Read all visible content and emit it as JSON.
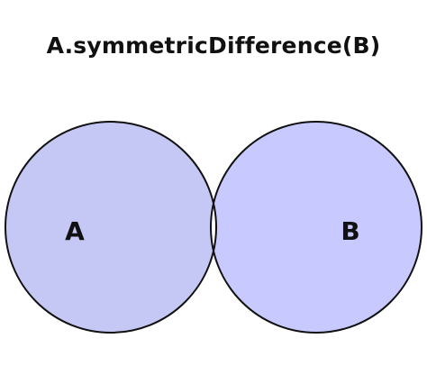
{
  "title": "A.symmetricDifference(B)",
  "sets": {
    "a": {
      "label": "A"
    },
    "b": {
      "label": "B"
    }
  },
  "colors": {
    "set_a_fill": "#c5c7f5",
    "set_b_fill": "#c8caff",
    "intersection_fill": "#ffffff",
    "outline": "#111111",
    "label": "#111111",
    "background": "#ffffff"
  }
}
